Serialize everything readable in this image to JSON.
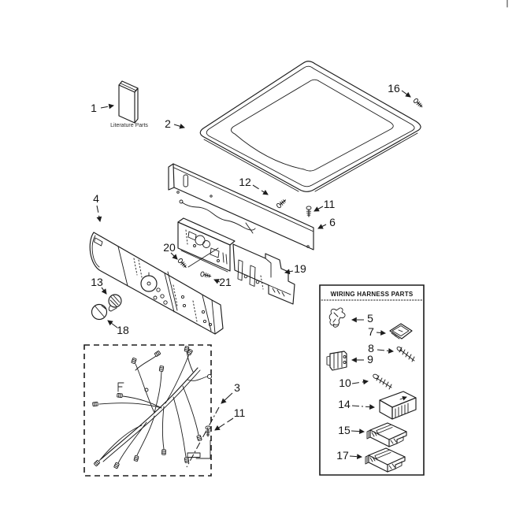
{
  "figure": {
    "kind": "appliance-exploded-parts-diagram",
    "background": "#ffffff",
    "ink_color": "#1c1c1c",
    "literature_caption": "Literature Parts",
    "harness_box_title": "WIRING HARNESS PARTS",
    "callouts": {
      "part1": "1",
      "part2": "2",
      "part3": "3",
      "part4": "4",
      "part5": "5",
      "part6": "6",
      "part7": "7",
      "part8": "8",
      "part9": "9",
      "part10": "10",
      "part11_top": "11",
      "part11_bottom": "11",
      "part12": "12",
      "part13": "13",
      "part14": "14",
      "part15": "15",
      "part16": "16",
      "part17": "17",
      "part18": "18",
      "part19": "19",
      "part20": "20",
      "part21": "21"
    }
  }
}
